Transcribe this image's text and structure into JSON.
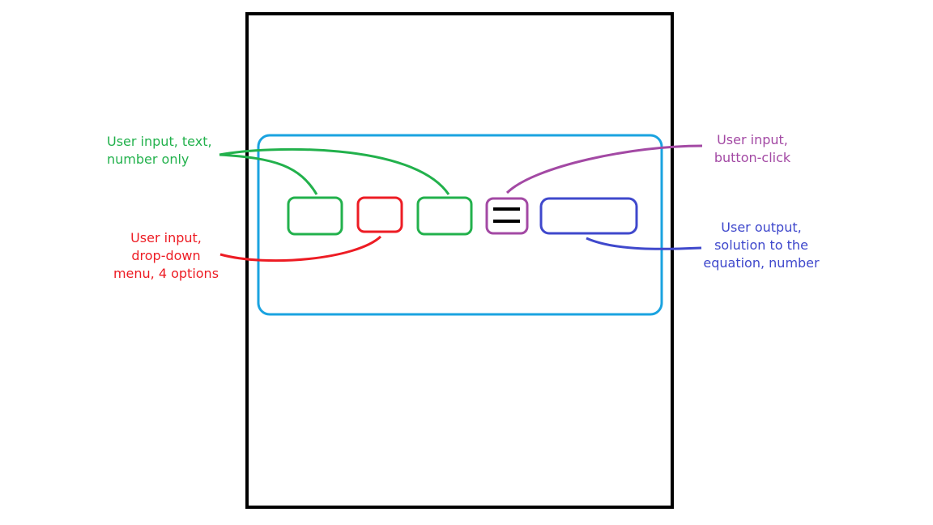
{
  "colors": {
    "frame": "#000000",
    "panel": "#1aa3e0",
    "text_input": "#22b14c",
    "dropdown": "#ed1c24",
    "button": "#a349a4",
    "output": "#3f48cc",
    "equals_glyph": "#000000"
  },
  "labels": {
    "text_input": {
      "lines": [
        "User input, text,",
        "number only"
      ]
    },
    "dropdown": {
      "lines": [
        "User input,",
        "drop-down",
        "menu, 4 options"
      ]
    },
    "button": {
      "lines": [
        "User input,",
        "button-click"
      ]
    },
    "output": {
      "lines": [
        "User output,",
        "solution to the",
        "equation, number"
      ]
    }
  }
}
